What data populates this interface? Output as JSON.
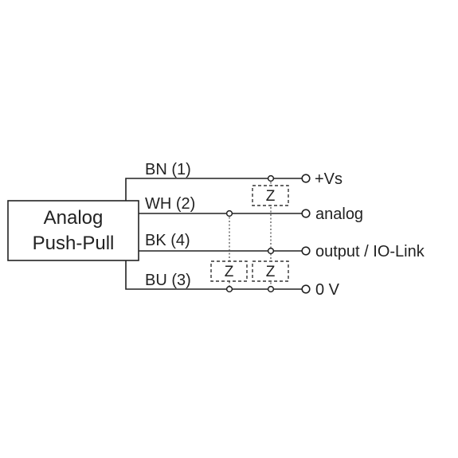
{
  "device": {
    "line1": "Analog",
    "line2": "Push-Pull"
  },
  "wires": [
    {
      "id": "bn",
      "label": "BN (1)",
      "terminal": "+Vs"
    },
    {
      "id": "wh",
      "label": "WH (2)",
      "terminal": "analog"
    },
    {
      "id": "bk",
      "label": "BK (4)",
      "terminal": "output / IO-Link"
    },
    {
      "id": "bu",
      "label": "BU (3)",
      "terminal": "0 V"
    }
  ],
  "loads": {
    "z1": "Z",
    "z2": "Z",
    "z3": "Z"
  }
}
